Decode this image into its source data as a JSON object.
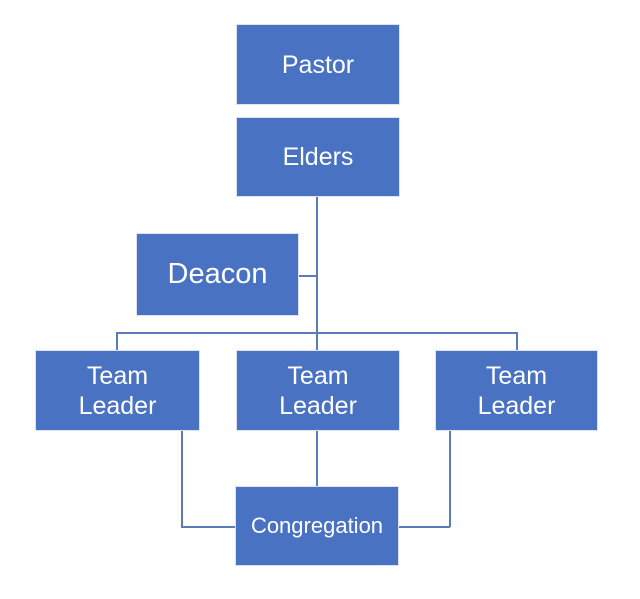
{
  "diagram": {
    "type": "org-chart",
    "background": "#ffffff",
    "colors": {
      "box_fill": "#4a72c2",
      "box_border": "#dbe2f4",
      "box_text": "#ffffff",
      "connector": "#5c79b8"
    },
    "nodes": {
      "pastor": {
        "label": "Pastor"
      },
      "elders": {
        "label": "Elders"
      },
      "deacon": {
        "label": "Deacon"
      },
      "team_leader_1": {
        "label": "Team Leader"
      },
      "team_leader_2": {
        "label": "Team Leader"
      },
      "team_leader_3": {
        "label": "Team Leader"
      },
      "congregation": {
        "label": "Congregation"
      }
    },
    "edges": [
      {
        "from": "elders",
        "to": "team_leader_1"
      },
      {
        "from": "elders",
        "to": "team_leader_2"
      },
      {
        "from": "elders",
        "to": "team_leader_3"
      },
      {
        "from": "deacon",
        "to": "elders"
      },
      {
        "from": "team_leader_1",
        "to": "congregation"
      },
      {
        "from": "team_leader_2",
        "to": "congregation"
      },
      {
        "from": "team_leader_3",
        "to": "congregation"
      }
    ]
  }
}
